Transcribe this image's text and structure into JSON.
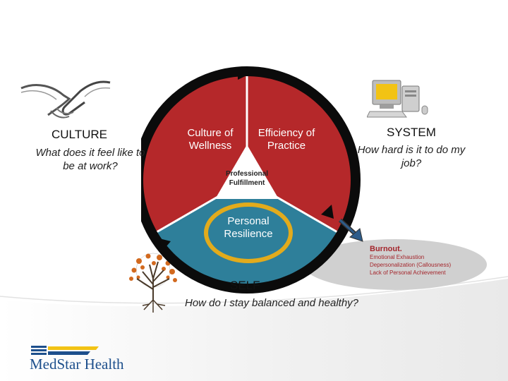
{
  "culture": {
    "title": "CULTURE",
    "question": "What does it feel like to be at work?",
    "icon": "handshake-icon"
  },
  "system": {
    "title": "SYSTEM",
    "question": "How hard is it to do my job?",
    "icon": "computer-icon"
  },
  "self": {
    "title": "SELF",
    "question": "How do I stay balanced and healthy?",
    "icon": "tree-icon"
  },
  "wheel": {
    "segment_culture": "Culture of Wellness",
    "segment_efficiency": "Efficiency of Practice",
    "center": "Professional Fulfillment",
    "segment_resilience": "Personal Resilience"
  },
  "burnout": {
    "title": "Burnout.",
    "items": [
      "Emotional Exhaustion",
      "Depersonalization (Callousness)",
      "Lack of Personal Achievement"
    ]
  },
  "logo": {
    "name": "MedStar Health"
  },
  "colors": {
    "red": "#b5282a",
    "teal": "#2e7f9a",
    "gold": "#e2ab1c",
    "burnout_text": "#a4262c",
    "brand_blue": "#1d4f8c",
    "brand_yellow": "#f2c314"
  }
}
